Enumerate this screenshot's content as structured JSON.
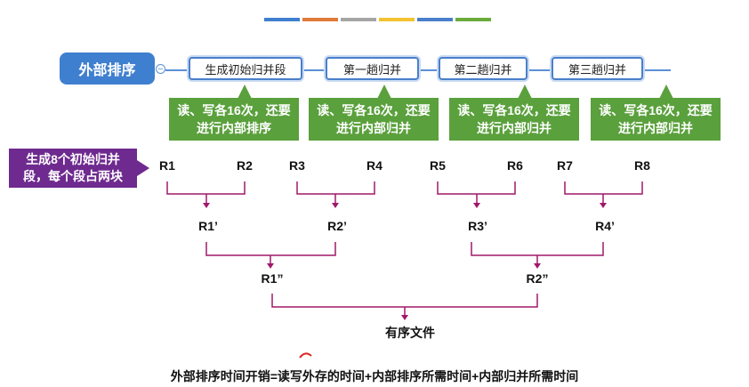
{
  "title": "",
  "color_strips": [
    {
      "color": "#3f7fcf"
    },
    {
      "color": "#e07b39"
    },
    {
      "color": "#a5a5a5"
    },
    {
      "color": "#f2c230"
    },
    {
      "color": "#4a7fcb"
    },
    {
      "color": "#6aab3c"
    }
  ],
  "main_node": {
    "label": "外部排序",
    "color": "#3f7fcf"
  },
  "stages": [
    {
      "label": "生成初始归并段"
    },
    {
      "label": "第一趟归并"
    },
    {
      "label": "第二趟归并"
    },
    {
      "label": "第三趟归并"
    }
  ],
  "callouts": [
    {
      "line1": "读、写各16次，还要",
      "line2": "进行内部排序"
    },
    {
      "line1": "读、写各16次，还要",
      "line2": "进行内部归并"
    },
    {
      "line1": "读、写各16次，还要",
      "line2": "进行内部归并"
    },
    {
      "line1": "读、写各16次，还要",
      "line2": "进行内部归并"
    }
  ],
  "side_note": {
    "line1": "生成8个初始归并",
    "line2": "段，每个段占两块"
  },
  "runs_level0": [
    "R1",
    "R2",
    "R3",
    "R4",
    "R5",
    "R6",
    "R7",
    "R8"
  ],
  "runs_level1": [
    "R1’",
    "R2’",
    "R3’",
    "R4’"
  ],
  "runs_level2": [
    "R1”",
    "R2”"
  ],
  "result": "有序文件",
  "formula": "外部排序时间开销=读写外存的时间+内部排序所需时间+内部归并所需时间",
  "colors": {
    "callout_green": "#5aa03c",
    "side_note_purple": "#6e2a8f",
    "tree_line": "#a0186a",
    "stage_border": "#4a7fcb"
  }
}
